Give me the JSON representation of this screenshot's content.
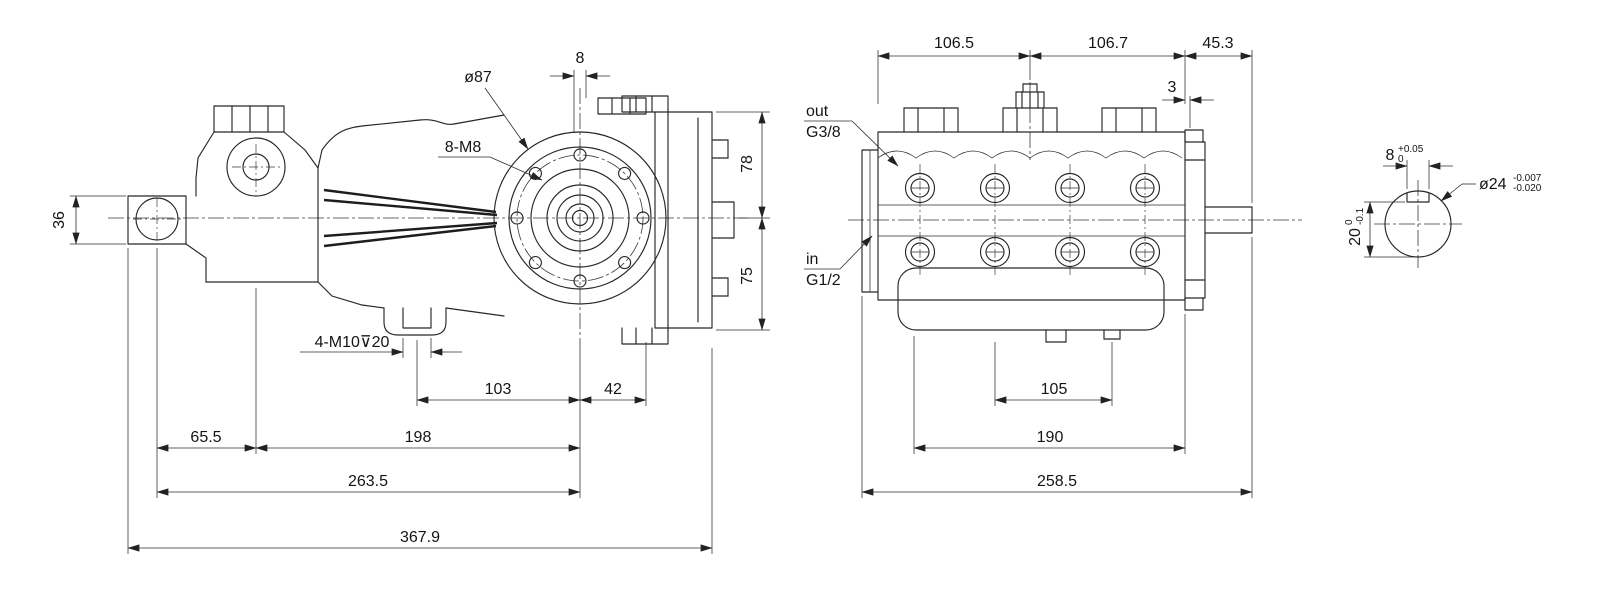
{
  "side_view": {
    "flange_dia": "ø87",
    "flange_bolts": "8-M8",
    "foot_holes_note": "4-M10⊽20",
    "dim_8": "8",
    "dim_78": "78",
    "dim_75": "75",
    "dim_36": "36",
    "dim_103": "103",
    "dim_42": "42",
    "dim_65_5": "65.5",
    "dim_198": "198",
    "dim_263_5": "263.5",
    "dim_367_9": "367.9"
  },
  "top_view": {
    "dim_106_5": "106.5",
    "dim_106_7": "106.7",
    "dim_45_3": "45.3",
    "dim_3": "3",
    "out_label": "out",
    "out_thread": "G3/8",
    "in_label": "in",
    "in_thread": "G1/2",
    "dim_105": "105",
    "dim_190": "190",
    "dim_258_5": "258.5"
  },
  "shaft_section": {
    "key_width": "8",
    "key_width_tol_upper": "+0.05",
    "key_width_tol_lower": "0",
    "shaft_dia": "ø24",
    "shaft_dia_tol_upper": "-0.007",
    "shaft_dia_tol_lower": "-0.020",
    "key_depth": "20",
    "key_depth_tol_upper": "0",
    "key_depth_tol_lower": "-0.1"
  }
}
